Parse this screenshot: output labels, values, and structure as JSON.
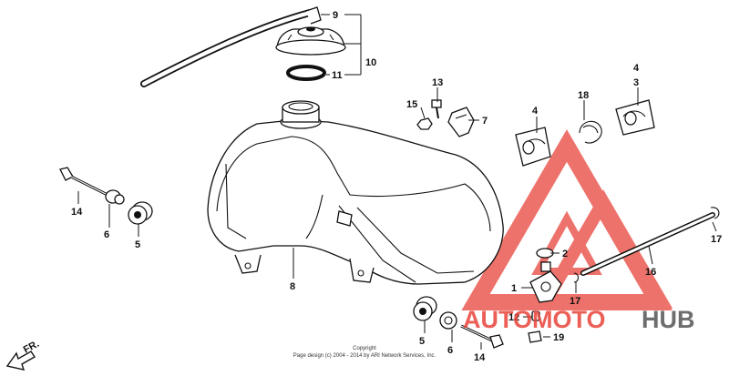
{
  "callouts": {
    "c9": "9",
    "c10": "10",
    "c11": "11",
    "c13": "13",
    "c15": "15",
    "c7": "7",
    "c18": "18",
    "c4a": "4",
    "c3": "3",
    "c4b": "4",
    "c14a": "14",
    "c6a": "6",
    "c5a": "5",
    "c8": "8",
    "c2": "2",
    "c17a": "17",
    "c16": "16",
    "c1": "1",
    "c17b": "17",
    "c12": "12",
    "c19": "19",
    "c5b": "5",
    "c6b": "6",
    "c14b": "14"
  },
  "direction_marker": "FR.",
  "footer": {
    "line1": "Copyright",
    "line2": "Page design (c) 2004 - 2014 by ARI Network Services, Inc."
  },
  "watermark": {
    "part1": "AUTOMOTO",
    "part2": "HUB",
    "color_red": "#e8443a",
    "color_grey": "#555555"
  }
}
